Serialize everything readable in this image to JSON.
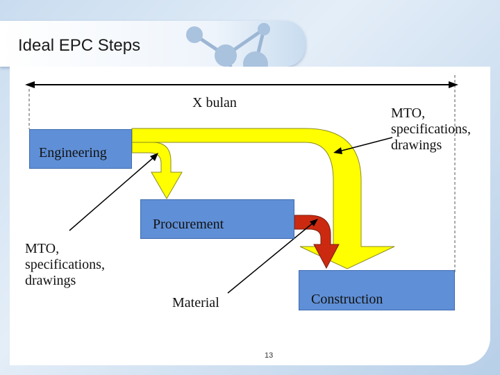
{
  "slide": {
    "title": "Ideal EPC Steps",
    "page_number": "13"
  },
  "timeline": {
    "label": "X bulan"
  },
  "boxes": {
    "engineering": "Engineering",
    "procurement": "Procurement",
    "construction": "Construction"
  },
  "labels": {
    "material": "Material",
    "mto_right": [
      "MTO,",
      "specifications,",
      "drawings"
    ],
    "mto_left": [
      "MTO,",
      "specifications,",
      "drawings"
    ]
  },
  "colors": {
    "box_fill": "#5f8fd6",
    "yellow_arrow": "#ffff00",
    "red_arrow": "#cc2a10"
  },
  "icons": [
    "molecule-decoration-icon"
  ]
}
